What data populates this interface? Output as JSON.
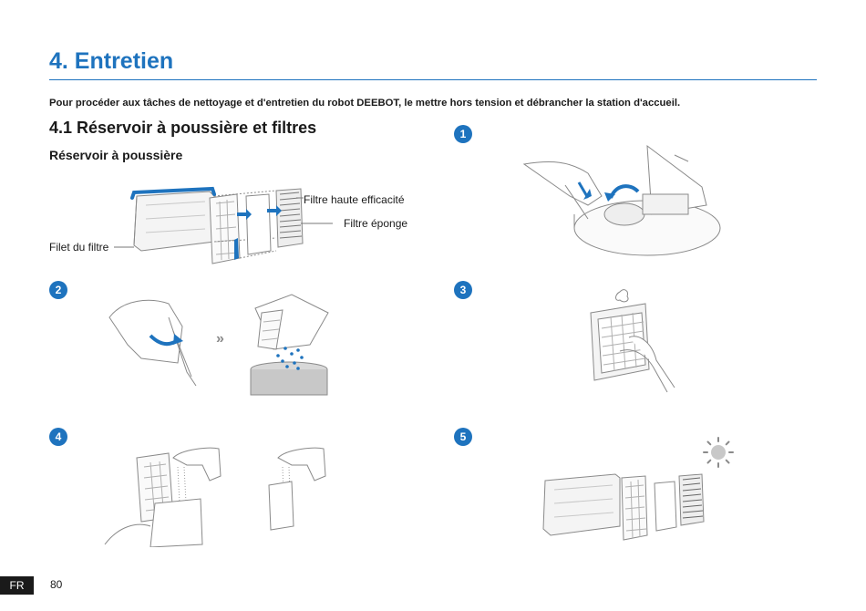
{
  "header": {
    "chapter_title": "4. Entretien",
    "intro": "Pour procéder aux tâches de nettoyage et d'entretien du robot DEEBOT, le mettre hors tension et débrancher la station d'accueil."
  },
  "section": {
    "title": "4.1 Réservoir à poussière et filtres",
    "subtitle": "Réservoir à poussière"
  },
  "diagram": {
    "labels": {
      "hepa": "Filtre haute efficacité",
      "sponge": "Filtre éponge",
      "mesh": "Filet du filtre"
    }
  },
  "steps": [
    "1",
    "2",
    "3",
    "4",
    "5"
  ],
  "separator": "»",
  "colors": {
    "accent": "#1e73be",
    "line": "#8a8a8a"
  },
  "footer": {
    "lang": "FR",
    "page": "80"
  }
}
